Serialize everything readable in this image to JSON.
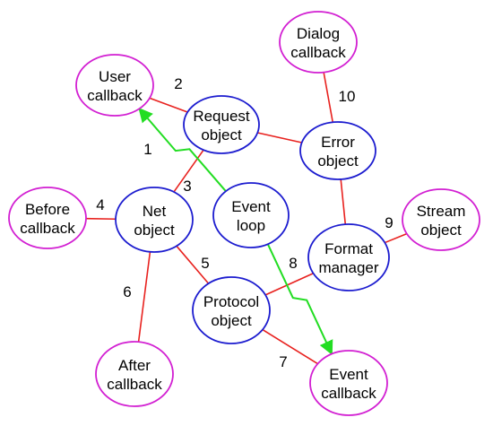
{
  "colors": {
    "edge": "#e8211e",
    "flow": "#22dd22",
    "core_node": "#1c1ccf",
    "callback_node": "#d21fd2",
    "text": "#000000",
    "background": "#ffffff"
  },
  "nodes": [
    {
      "id": "request",
      "kind": "core",
      "label": [
        "Request",
        "object"
      ]
    },
    {
      "id": "error",
      "kind": "core",
      "label": [
        "Error",
        "object"
      ]
    },
    {
      "id": "net",
      "kind": "core",
      "label": [
        "Net",
        "object"
      ]
    },
    {
      "id": "event_loop",
      "kind": "core",
      "label": [
        "Event",
        "loop"
      ]
    },
    {
      "id": "format",
      "kind": "core",
      "label": [
        "Format",
        "manager"
      ]
    },
    {
      "id": "protocol",
      "kind": "core",
      "label": [
        "Protocol",
        "object"
      ]
    },
    {
      "id": "user_cb",
      "kind": "callback",
      "label": [
        "User",
        "callback"
      ]
    },
    {
      "id": "dialog_cb",
      "kind": "callback",
      "label": [
        "Dialog",
        "callback"
      ]
    },
    {
      "id": "before_cb",
      "kind": "callback",
      "label": [
        "Before",
        "callback"
      ]
    },
    {
      "id": "stream",
      "kind": "callback",
      "label": [
        "Stream",
        "object"
      ]
    },
    {
      "id": "after_cb",
      "kind": "callback",
      "label": [
        "After",
        "callback"
      ]
    },
    {
      "id": "event_cb",
      "kind": "callback",
      "label": [
        "Event",
        "callback"
      ]
    }
  ],
  "edges": [
    {
      "from": "user_cb",
      "to": "request",
      "label": "2"
    },
    {
      "from": "request",
      "to": "net",
      "label": "3"
    },
    {
      "from": "request",
      "to": "error",
      "label": ""
    },
    {
      "from": "dialog_cb",
      "to": "error",
      "label": "10"
    },
    {
      "from": "error",
      "to": "format",
      "label": ""
    },
    {
      "from": "before_cb",
      "to": "net",
      "label": "4"
    },
    {
      "from": "net",
      "to": "protocol",
      "label": "5"
    },
    {
      "from": "net",
      "to": "after_cb",
      "label": "6"
    },
    {
      "from": "protocol",
      "to": "event_cb",
      "label": "7"
    },
    {
      "from": "protocol",
      "to": "format",
      "label": "8"
    },
    {
      "from": "format",
      "to": "stream",
      "label": "9"
    }
  ],
  "flows": [
    {
      "from": "event_loop",
      "to": "user_cb",
      "label": "1"
    },
    {
      "from": "event_loop",
      "to": "event_cb",
      "label": ""
    }
  ]
}
